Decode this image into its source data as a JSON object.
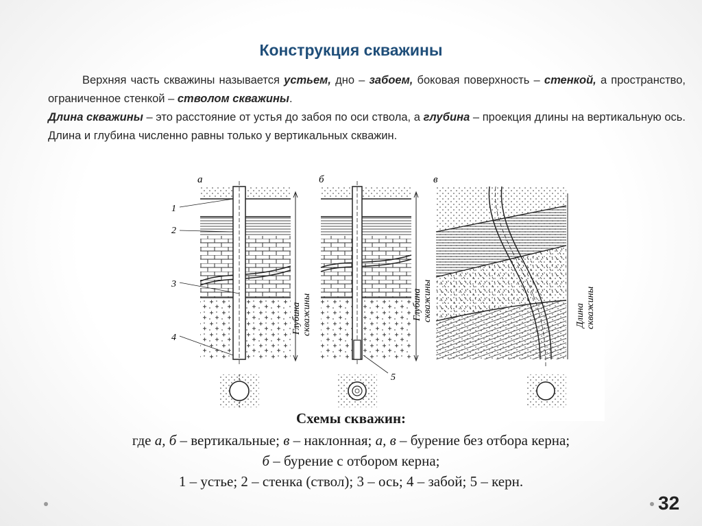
{
  "slide": {
    "title": "Конструкция скважины",
    "paragraph1": {
      "t1": "Верхняя часть скважины называется ",
      "e1": "устьем,",
      "t2": " дно – ",
      "e2": "забоем,",
      "t3": " боковая поверхность – ",
      "e3": "стенкой,",
      "t4": " а пространство, ограниченное стенкой – ",
      "e4": "стволом скважины",
      "t5": "."
    },
    "paragraph2": {
      "e1": "Длина скважины",
      "t1": " – это расстояние от устья до забоя по оси ствола, а ",
      "e2": "глубина",
      "t2": " – проекция длины на вертикальную ось. Длина и глубина численно равны только у вертикальных скважин."
    },
    "figure": {
      "labels": {
        "a": "а",
        "b": "б",
        "c": "в"
      },
      "numbers": {
        "n1": "1",
        "n2": "2",
        "n3": "3",
        "n4": "4",
        "n5": "5"
      },
      "depth_label_1": "Глубина",
      "depth_label_2": "скважины",
      "length_label_1": "Длина",
      "length_label_2": "скважины"
    },
    "caption": {
      "title": "Схемы скважин:",
      "line1": {
        "t1": "где ",
        "i1": "а, б",
        "t2": " – вертикальные; ",
        "i2": "в",
        "t3": " – наклонная; ",
        "i3": "а, в",
        "t4": " – бурение без отбора керна;"
      },
      "line2": {
        "i1": "б",
        "t1": " – бурение с отбором керна;"
      },
      "line3": "1 – устье; 2 – стенка (ствол); 3 – ось; 4 – забой; 5 – керн."
    },
    "page_number": "32",
    "colors": {
      "title": "#1f4e79",
      "text": "#262626"
    }
  }
}
